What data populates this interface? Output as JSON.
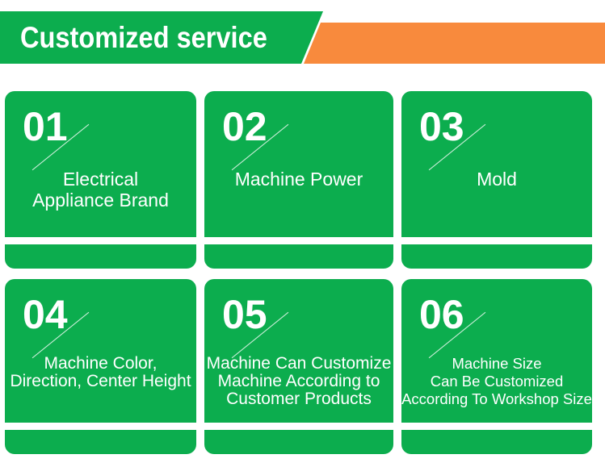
{
  "header": {
    "title": "Customized service",
    "colors": {
      "green": "#0cad4e",
      "orange": "#f88a3d",
      "text": "#ffffff"
    }
  },
  "card_style": {
    "background": "#0cad4e",
    "text_color": "#ffffff",
    "divider_color": "#ffffff"
  },
  "cards": [
    {
      "number": "01",
      "lines": [
        "Electrical",
        "Appliance Brand"
      ]
    },
    {
      "number": "02",
      "lines": [
        "Machine Power"
      ]
    },
    {
      "number": "03",
      "lines": [
        "Mold"
      ]
    },
    {
      "number": "04",
      "lines": [
        "Machine Color,",
        "Direction, Center Height"
      ]
    },
    {
      "number": "05",
      "lines": [
        "Machine Can Customize",
        "Machine According to",
        "Customer Products"
      ]
    },
    {
      "number": "06",
      "lines": [
        "Machine Size",
        "Can Be Customized",
        "According To Workshop Size"
      ]
    }
  ]
}
